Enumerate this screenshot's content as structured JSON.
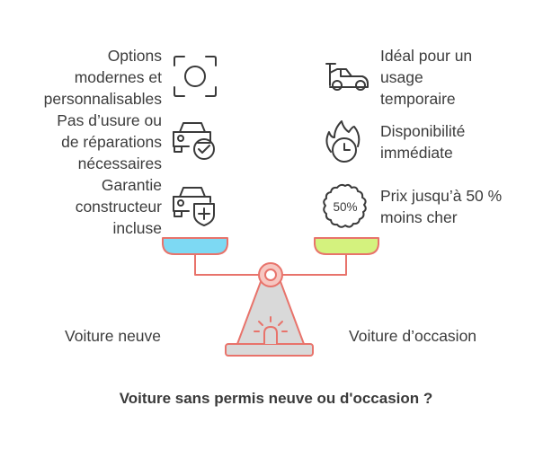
{
  "left": {
    "label": "Voiture neuve",
    "pan_color": "#7dd9f3",
    "items": [
      {
        "icon": "focus-frame-icon",
        "lines": [
          "Options",
          "modernes et",
          "personnalisables"
        ]
      },
      {
        "icon": "car-check-icon",
        "lines": [
          "Pas d’usure ou",
          "de réparations",
          "nécessaires"
        ]
      },
      {
        "icon": "car-shield-icon",
        "lines": [
          "Garantie",
          "constructeur",
          "incluse"
        ]
      }
    ]
  },
  "right": {
    "label": "Voiture d’occasion",
    "pan_color": "#d4f27e",
    "items": [
      {
        "icon": "race-car-icon",
        "lines": [
          "Idéal pour un",
          "usage",
          "temporaire"
        ]
      },
      {
        "icon": "fire-clock-icon",
        "lines": [
          "Disponibilité",
          "immédiate"
        ]
      },
      {
        "icon": "discount-badge-icon",
        "badge": "50%",
        "lines": [
          "Prix jusqu’à 50 %",
          "moins cher"
        ]
      }
    ]
  },
  "scale_color": "#e8736b",
  "base_fill": "#d9d9d9",
  "title": "Voiture sans permis neuve ou d'occasion ?"
}
